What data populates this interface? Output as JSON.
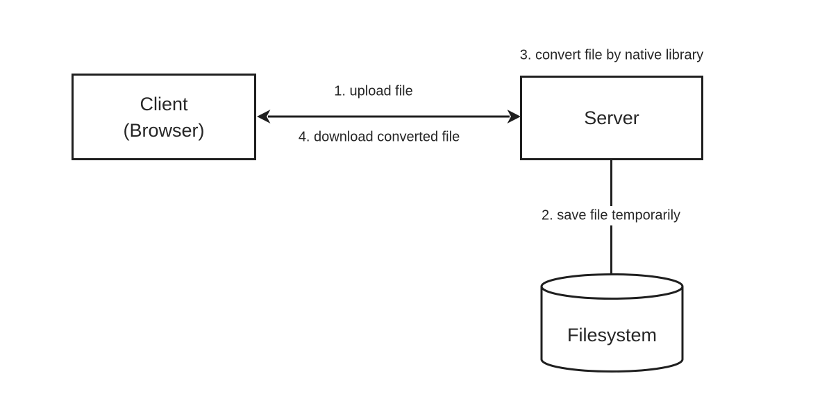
{
  "diagram": {
    "background": "#ffffff",
    "stroke_color": "#1f1f1f",
    "text_color": "#262626",
    "nodes": {
      "client": {
        "line1": "Client",
        "line2": "(Browser)"
      },
      "server": {
        "label": "Server"
      },
      "filesystem": {
        "label": "Filesystem"
      }
    },
    "labels": {
      "step1": "1. upload file",
      "step2": "2. save file temporarily",
      "step3": "3. convert file by native library",
      "step4": "4. download converted file"
    }
  }
}
